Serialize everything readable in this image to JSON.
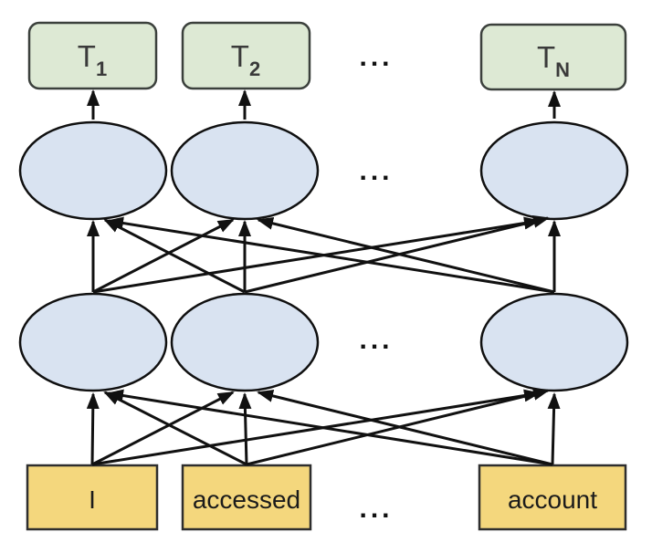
{
  "diagram": {
    "output_nodes": [
      {
        "label": "T",
        "subscript": "1"
      },
      {
        "label": "T",
        "subscript": "2"
      },
      {
        "label": "T",
        "subscript": "N"
      }
    ],
    "input_tokens": [
      "I",
      "accessed",
      "account"
    ],
    "ellipsis": "...",
    "hidden_layers": 2,
    "nodes_shown_per_layer": 3,
    "colors": {
      "output_fill": "#dde9d4",
      "output_stroke": "#3b403c",
      "hidden_fill": "#d9e3f1",
      "hidden_stroke": "#101010",
      "input_fill": "#f4d77d",
      "input_stroke": "#2e2e2e",
      "arrow": "#111111"
    }
  }
}
